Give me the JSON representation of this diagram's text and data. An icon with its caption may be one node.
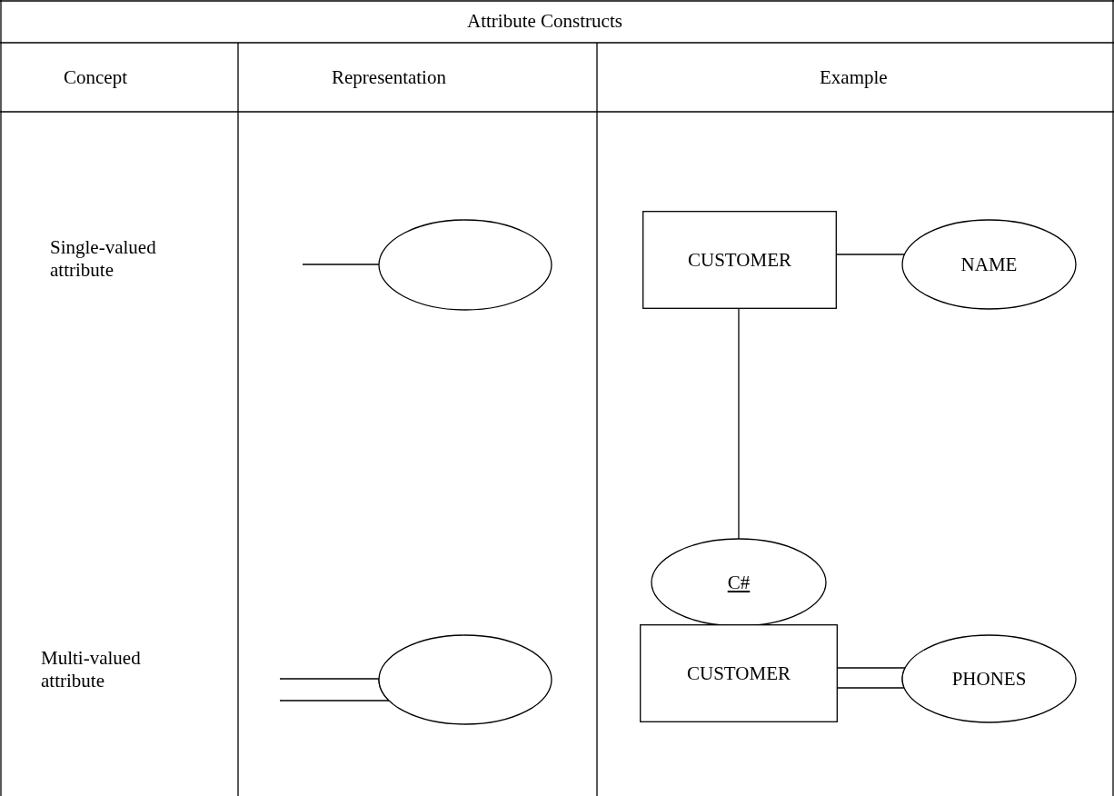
{
  "diagram": {
    "title": "Attribute Constructs",
    "nodes": [
      {
        "text": [],
        "shape": "ellipse"
      },
      {
        "text": [
          "CUSTOMER"
        ]
      },
      {
        "text": [
          "NAME"
        ]
      },
      {
        "text": [
          "C#"
        ]
      },
      {
        "text": [],
        "shape": "ellipse"
      },
      {
        "text": [
          "CUSTOMER"
        ]
      },
      {
        "text": [
          "PHONES"
        ]
      }
    ],
    "edges": [
      {
        "from": null,
        "to": 0,
        "arrow": "none"
      },
      {
        "from": 1,
        "to": 2,
        "arrow": "none"
      },
      {
        "from": 1,
        "to": 3,
        "arrow": "none"
      },
      {
        "from": null,
        "to": 4,
        "arrow": "none"
      },
      {
        "from": 5,
        "to": 6,
        "arrow": "none"
      }
    ],
    "labels": [
      "Concept",
      "Representation",
      "Example",
      "Single-valued attribute",
      "Multi-valued attribute"
    ]
  }
}
